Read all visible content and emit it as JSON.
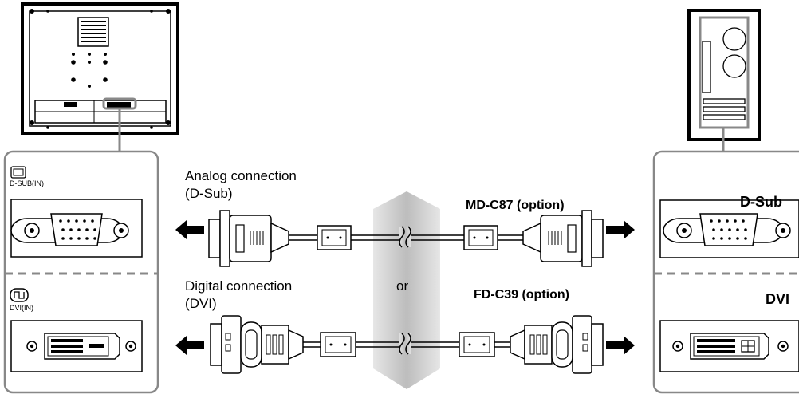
{
  "left_panel": {
    "dsub_icon_label": "D-SUB(IN)",
    "dvi_icon_label": "DVI(IN)"
  },
  "connections": {
    "analog_line1": "Analog connection",
    "analog_line2": "(D-Sub)",
    "digital_line1": "Digital connection",
    "digital_line2": "(DVI)",
    "or_label": "or"
  },
  "cables": {
    "analog_cable": "MD-C87 (option)",
    "digital_cable": "FD-C39 (option)"
  },
  "right_panel": {
    "dsub_label": "D-Sub",
    "dvi_label": "DVI"
  }
}
